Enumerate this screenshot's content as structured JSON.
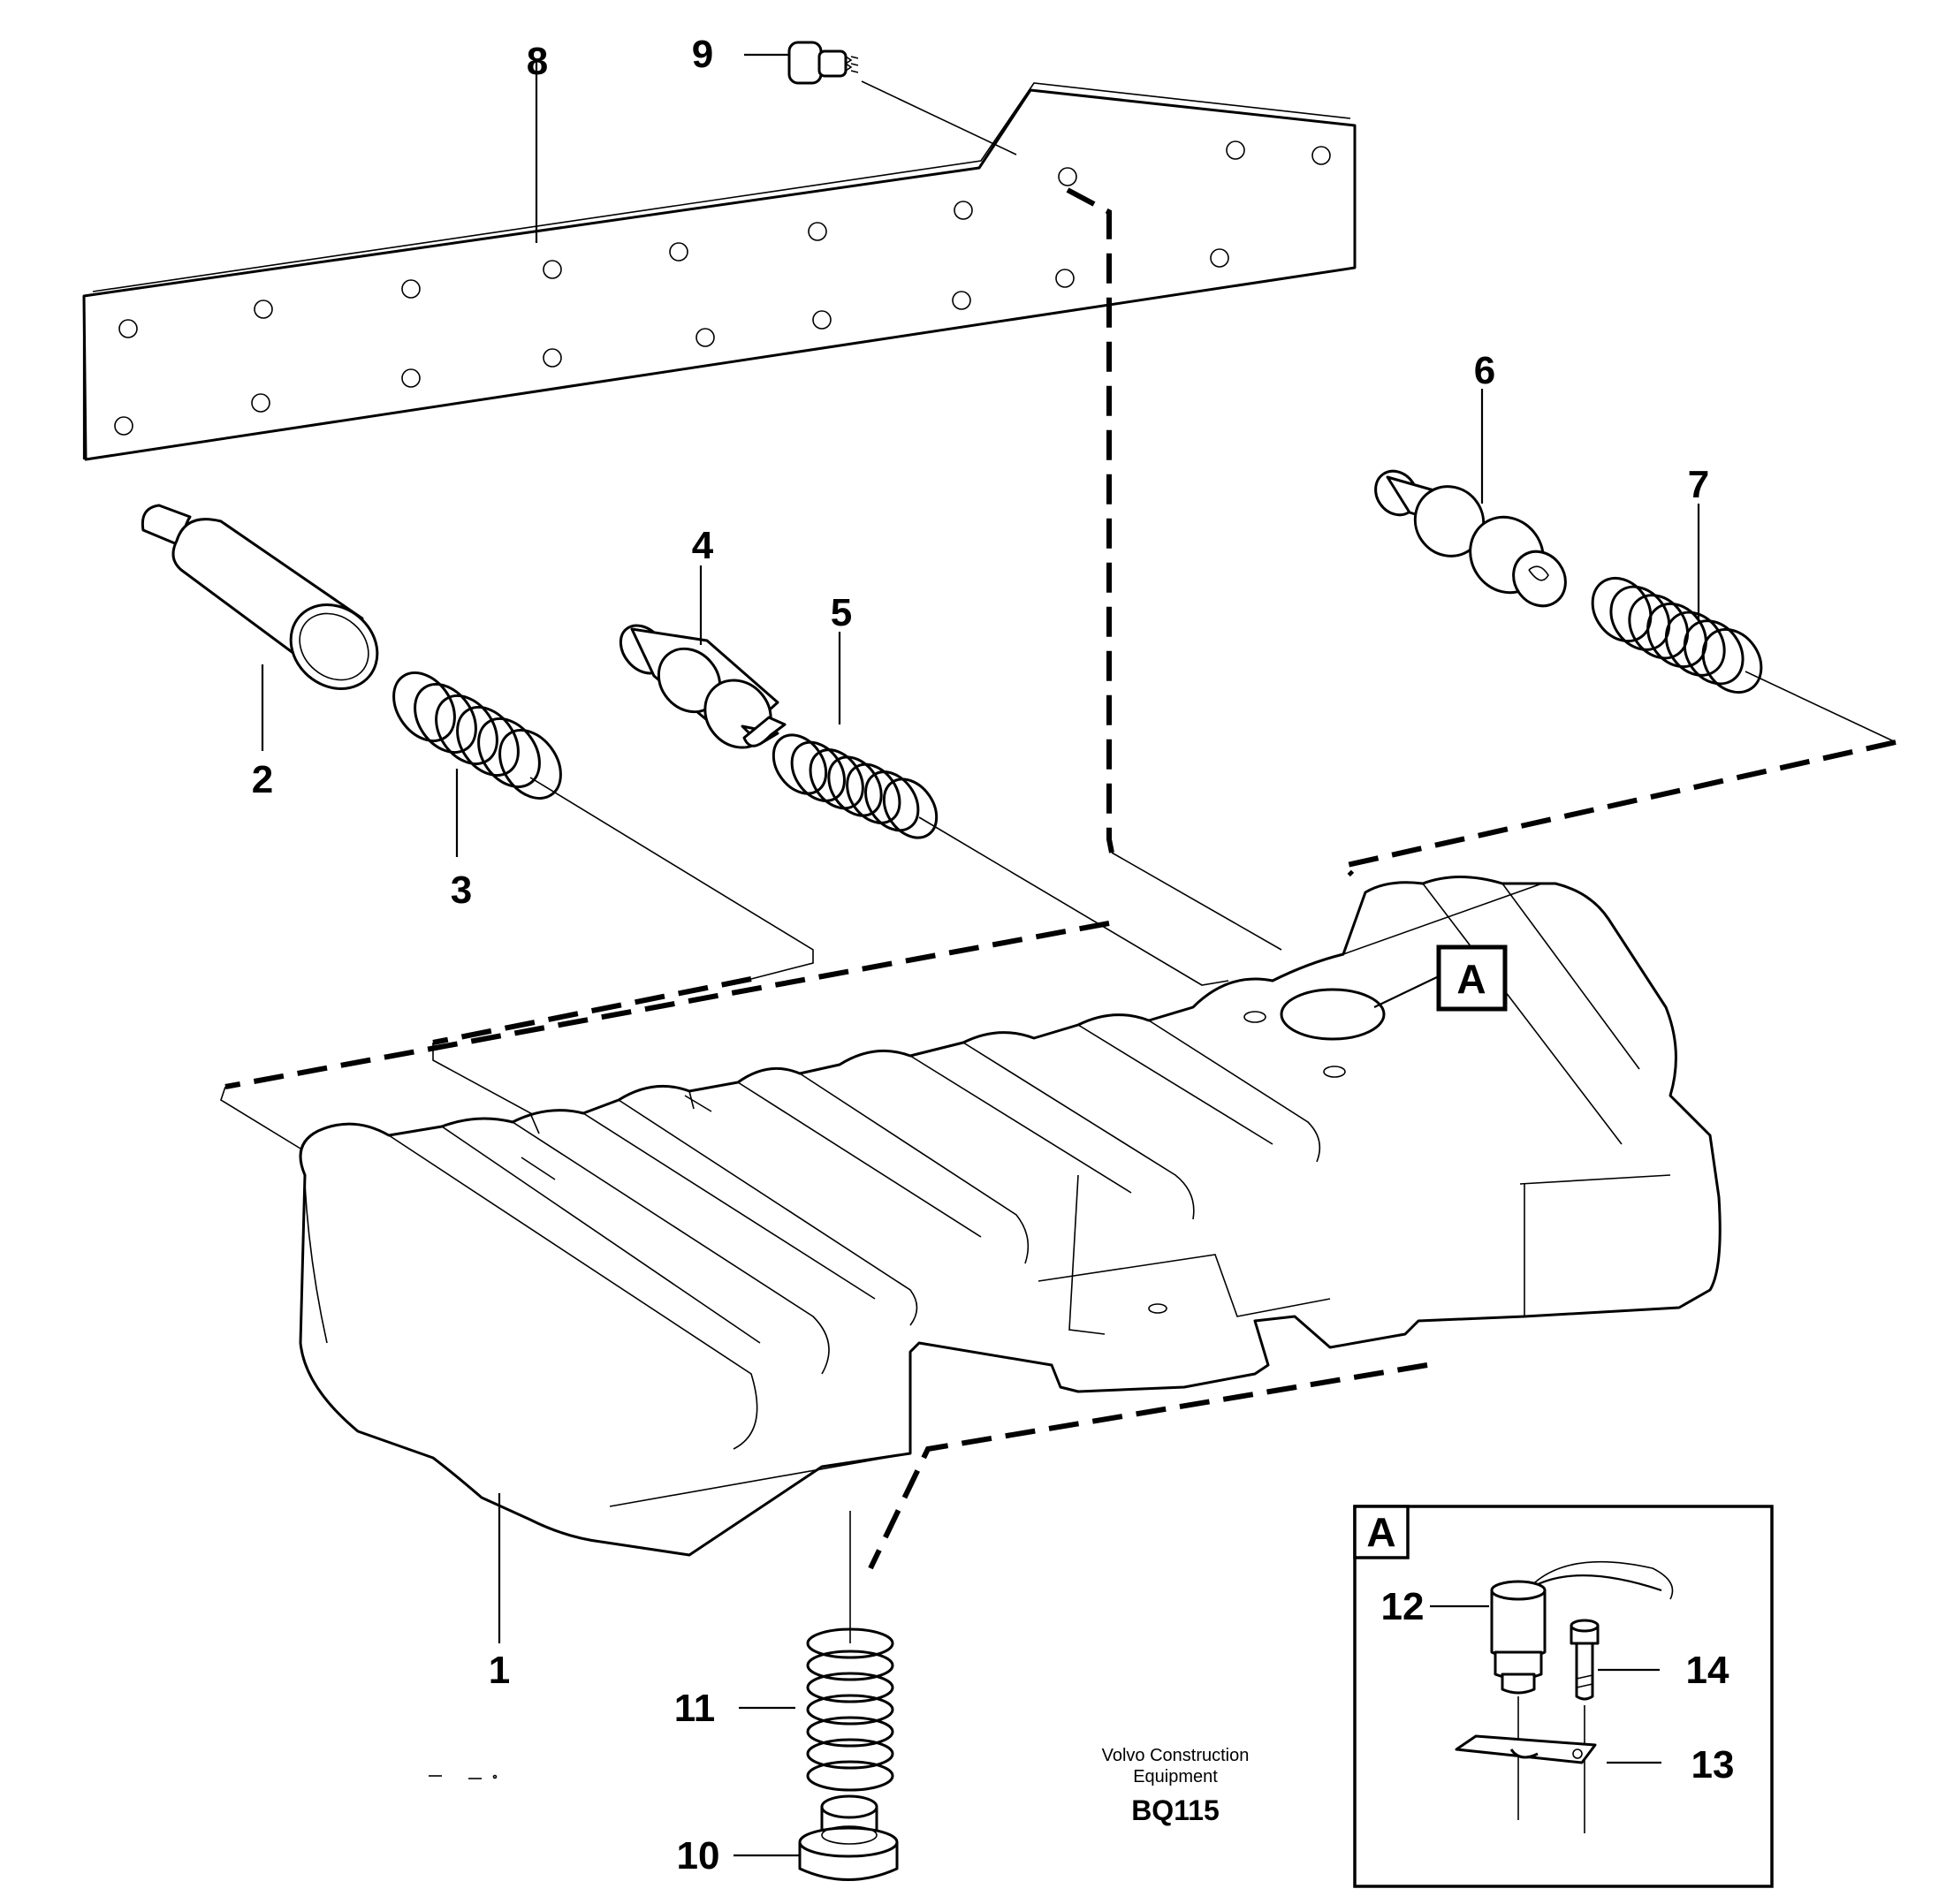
{
  "callouts": {
    "p1": "1",
    "p2": "2",
    "p3": "3",
    "p4": "4",
    "p5": "5",
    "p6": "6",
    "p7": "7",
    "p8": "8",
    "p9": "9",
    "p10": "10",
    "p11": "11",
    "p12": "12",
    "p13": "13",
    "p14": "14"
  },
  "detail": {
    "reference_letter": "A",
    "inset_letter": "A"
  },
  "caption": {
    "line1": "Volvo Construction",
    "line2": "Equipment",
    "code": "BQ115"
  }
}
